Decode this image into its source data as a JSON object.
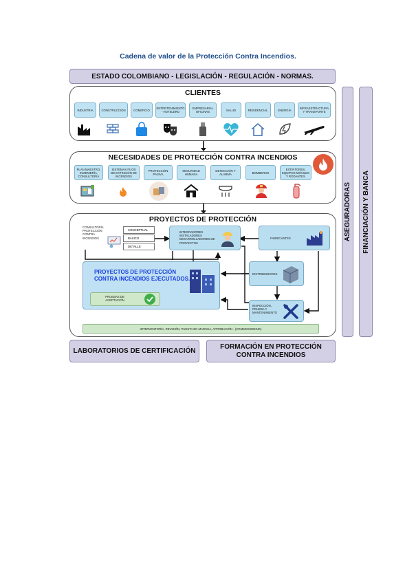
{
  "title": "Cadena de valor de la Protección Contra Incendios.",
  "top_banner": "ESTADO COLOMBIANO - LEGISLACIÓN - REGULACIÓN - NORMAS.",
  "side": {
    "aseguradoras": "ASEGURADORAS",
    "financiacion": "FINANCIACIÓN Y BANCA"
  },
  "clientes": {
    "heading": "CLIENTES",
    "items": [
      "INDUSTRIA",
      "CONSTRUCCIÓN",
      "COMERCIO",
      "ENTRETENIMIENTO - HOTELERO",
      "EMPRESARIAL OFICINAS",
      "SALUD",
      "RESIDENCIAL",
      "ENERGÍA",
      "INFRAESTRUCTURA Y TRANSPORTE"
    ],
    "icons": [
      "factory-icon",
      "bricks-icon",
      "shopping-bag-icon",
      "theater-masks-icon",
      "usb-icon",
      "heart-pulse-icon",
      "house-icon",
      "energy-leaf-icon",
      "airplane-icon"
    ]
  },
  "necesidades": {
    "heading": "NECESIDADES DE PROTECCIÓN CONTRA INCENDIOS",
    "items": [
      "PLAN MAESTRO, INGENIERÍA, CONSULTORÍA",
      "SISTEMAS FIJOS DE EXTINCIÓN DE INCENDIOS",
      "PROTECCIÓN PASIVA",
      "SEGURIDAD HUMANA",
      "DETECCIÓN Y ALARMA",
      "BOMBEROS",
      "EXTINTORES, EQUIPOS MÓVILES Y RODANTES"
    ],
    "icons": [
      "plans-icon",
      "sprinkler-fire-icon",
      "fire-barrier-icon",
      "evacuation-house-icon",
      "smoke-detector-icon",
      "firefighter-icon",
      "extinguisher-icon"
    ],
    "badge_icon": "fire-icon"
  },
  "proyectos": {
    "heading": "PROYECTOS DE PROTECCIÓN",
    "consultoria": "CONSULTORÍA PROTECCIÓN CONTRA INCENDIOS",
    "stages": [
      "CONCEPTUAL",
      "BÁSICO",
      "DETALLE"
    ],
    "integradores": "INTEGRADORES INSTALADORES DESARROLLADORES DE PROYECTOS",
    "fabricantes": "FABRICANTES",
    "distribuidores": "DISTRIBUIDORES",
    "ejecutados": "PROYECTOS DE PROTECCIÓN CONTRA INCENDIOS EJECUTADOS.",
    "pruebas": "PRUEBAS DE ACEPTACIÓN",
    "inspeccion": "INSPECCIÓN, PRUEBA Y MANTENIMIENTO",
    "footer": "INTERVENTORÍA, REVISIÓN, PUESTA EN MARCHA, APROBACIÓN - (COMMISSIONING)"
  },
  "bottom": {
    "laboratorios": "LABORATORIOS DE CERTIFICACIÓN",
    "formacion": "FORMACIÓN EN PROTECCIÓN CONTRA INCENDIOS"
  },
  "colors": {
    "lavender": "#d3d0e6",
    "lightblue": "#bfe3f2",
    "green": "#cfe8c9",
    "blue_text": "#1a3de0",
    "fire": "#e05a3a"
  }
}
